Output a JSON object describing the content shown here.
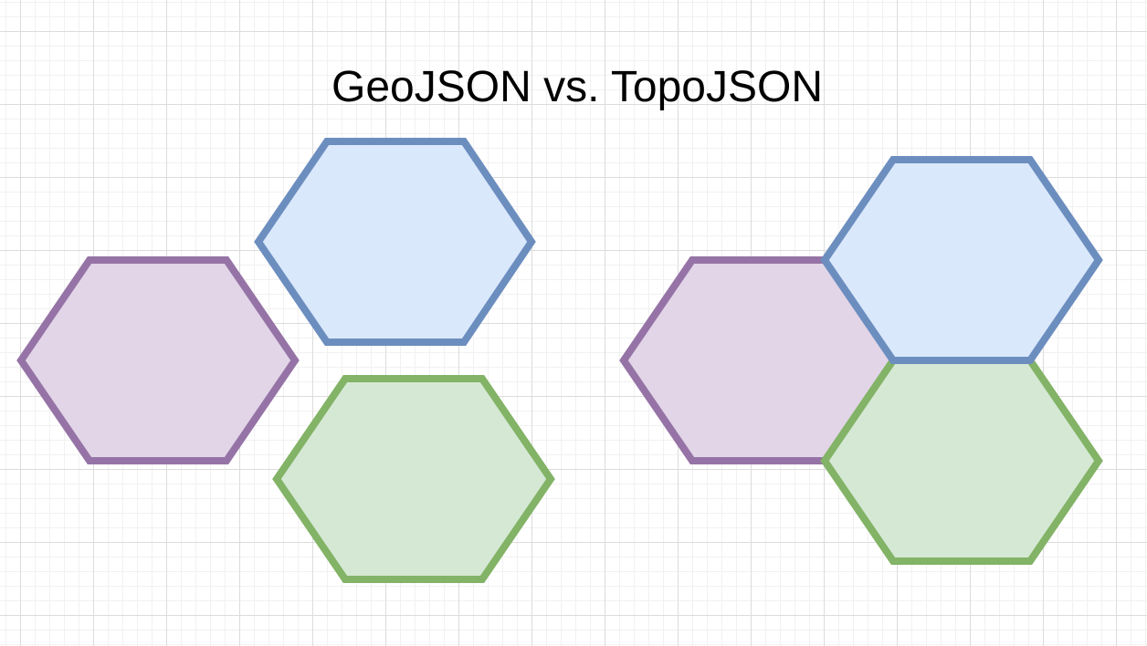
{
  "title": "GeoJSON vs. TopoJSON",
  "colors": {
    "purple": {
      "fill": "#e1d5e7",
      "stroke": "#9673a6"
    },
    "blue": {
      "fill": "#dae8fc",
      "stroke": "#6c8ebf"
    },
    "green": {
      "fill": "#d5e8d4",
      "stroke": "#82b366"
    }
  },
  "groups": [
    {
      "name": "geojson-group",
      "hexagons": [
        "purple",
        "blue",
        "green"
      ]
    },
    {
      "name": "topojson-group",
      "hexagons": [
        "purple",
        "blue",
        "green"
      ]
    }
  ]
}
